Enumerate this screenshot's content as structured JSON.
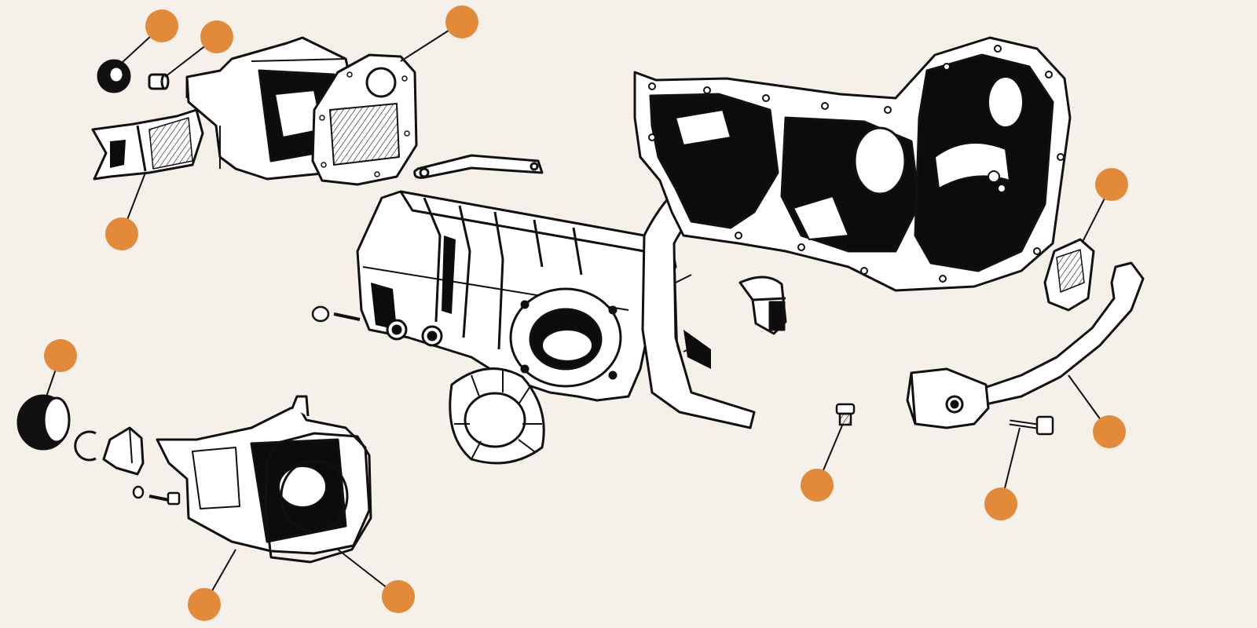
{
  "theme": {
    "background": "#f5f0ea",
    "line": "#111111",
    "part_fill": "#ffffff",
    "shadow_fill": "#0c0c0c",
    "hotspot": "#e38a3a"
  },
  "hotspots": [
    {
      "id": "top-left-seal",
      "icon": "orange-dot"
    },
    {
      "id": "top-left-bush",
      "icon": "orange-dot"
    },
    {
      "id": "top-gasket",
      "icon": "orange-dot"
    },
    {
      "id": "top-left-mount",
      "icon": "orange-dot"
    },
    {
      "id": "right-mount-rubber",
      "icon": "orange-dot"
    },
    {
      "id": "left-seal-ring",
      "icon": "orange-dot"
    },
    {
      "id": "bottom-nose-housing",
      "icon": "orange-dot"
    },
    {
      "id": "bottom-gasket",
      "icon": "orange-dot"
    },
    {
      "id": "drain-plug",
      "icon": "orange-dot"
    },
    {
      "id": "mount-bolt",
      "icon": "orange-dot"
    },
    {
      "id": "support-bracket",
      "icon": "orange-dot"
    }
  ]
}
